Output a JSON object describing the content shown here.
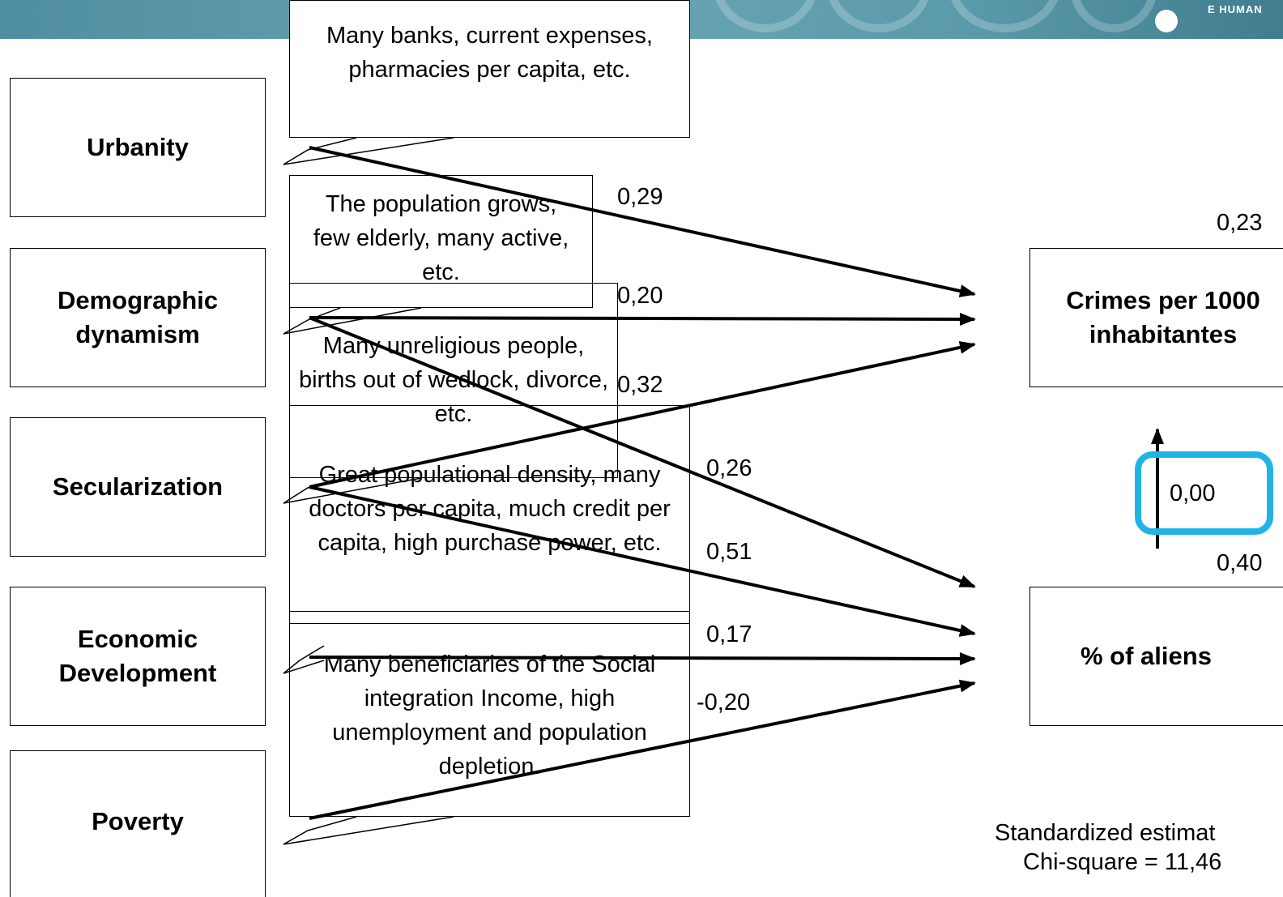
{
  "banner": {
    "tag": "E HUMAN"
  },
  "left_variables": [
    "Urbanity",
    "Demographic dynamism",
    "Secularization",
    "Economic Development",
    "Poverty"
  ],
  "callouts": [
    "Many banks, current expenses, pharmacies per capita, etc.",
    "The population grows, few elderly, many active, etc.",
    "Many unreligious people, births out of wedlock, divorce, etc.",
    "Great populational density, many doctors per capita, much credit per capita, high purchase power, etc.",
    "Many beneficiaries of the Social integration Income, high unemployment and population depletion."
  ],
  "right_variables": {
    "crimes": "Crimes per 1000 inhabitantes",
    "aliens": "% of aliens"
  },
  "path_coefficients": {
    "urbanity_to_crimes": "0,29",
    "demographic_to_crimes": "0,20",
    "secularization_to_crimes": "0,32",
    "demographic_to_aliens": "0,26",
    "secularization_to_aliens": "0,51",
    "economic_to_aliens": "0,17",
    "poverty_to_aliens": "-0,20"
  },
  "r_squared": {
    "crimes": "0,23",
    "aliens": "0,40"
  },
  "aliens_to_crimes": {
    "value": "0,00",
    "highlight_color": "#22b3e6"
  },
  "footnote": {
    "line1": "Standardized estimat",
    "line2": "Chi-square = 11,46"
  },
  "colors": {
    "banner": "#5b9aab",
    "highlight": "#22b3e6"
  }
}
